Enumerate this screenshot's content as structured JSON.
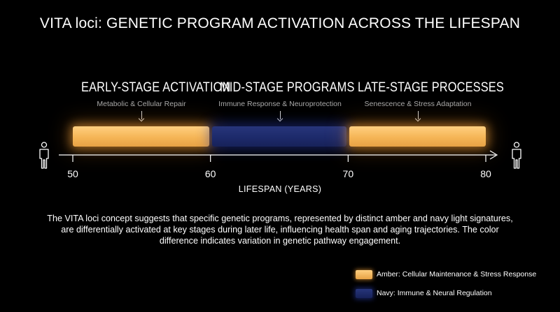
{
  "title": "VITA loci: GENETIC PROGRAM ACTIVATION ACROSS THE LIFESPAN",
  "stages": [
    {
      "heading": "EARLY-STAGE ACTIVATION",
      "subtitle": "Metabolic & Cellular Repair"
    },
    {
      "heading": "MID-STAGE PROGRAMS",
      "subtitle": "Immune Response & Neuroprotection"
    },
    {
      "heading": "LATE-STAGE PROCESSES",
      "subtitle": "Senescence & Stress Adaptation"
    }
  ],
  "bars": [
    {
      "start": 50,
      "end": 60,
      "color": "amber"
    },
    {
      "start": 60,
      "end": 70,
      "color": "navy"
    },
    {
      "start": 70,
      "end": 80,
      "color": "amber"
    }
  ],
  "axis": {
    "label": "LIFESPAN (YEARS)",
    "ticks": [
      "50",
      "60",
      "70",
      "80"
    ],
    "min": 50,
    "max": 80
  },
  "description": "The VITA loci concept suggests that specific genetic programs, represented by distinct amber and navy light signatures, are differentially activated at key stages during later life, influencing health span and aging trajectories. The color difference indicates variation in genetic pathway engagement.",
  "legend": [
    {
      "label": "Amber: Cellular Maintenance & Stress Response",
      "color": "#f3b152"
    },
    {
      "label": "Navy: Immune & Neural Regulation",
      "color": "#1f2c6e"
    }
  ],
  "icons": {
    "left": "person-icon",
    "right": "person-icon"
  }
}
